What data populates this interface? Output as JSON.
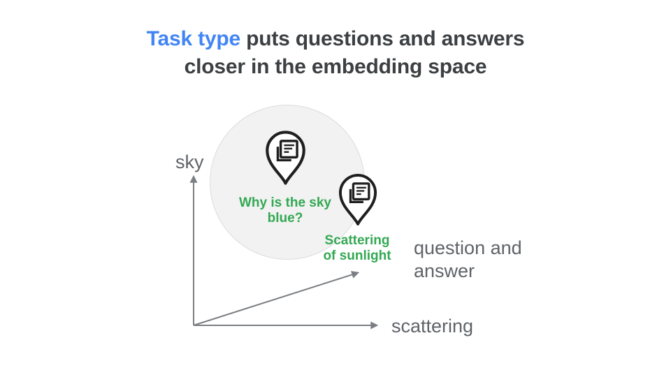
{
  "title": {
    "highlight": "Task type",
    "rest": "puts questions and answers",
    "line2": "closer in the embedding space"
  },
  "diagram": {
    "axes": {
      "y_label": "sky",
      "x_label": "scattering",
      "diagonal_label": "question and answer"
    },
    "cluster": {
      "pins": [
        {
          "icon": "location-pin-notes-icon",
          "label": "Why is the sky blue?"
        },
        {
          "icon": "location-pin-notes-icon",
          "label": "Scattering of sunlight"
        }
      ]
    }
  },
  "colors": {
    "accent_blue": "#4285F4",
    "title_text": "#3C4043",
    "axis_label_gray": "#5F6368",
    "axis_line_gray": "#7B7E82",
    "highlight_green": "#34A853",
    "cluster_fill": "#F1F2F1",
    "cluster_border": "#DADCE0",
    "pin_outline": "#1F1F1F"
  }
}
